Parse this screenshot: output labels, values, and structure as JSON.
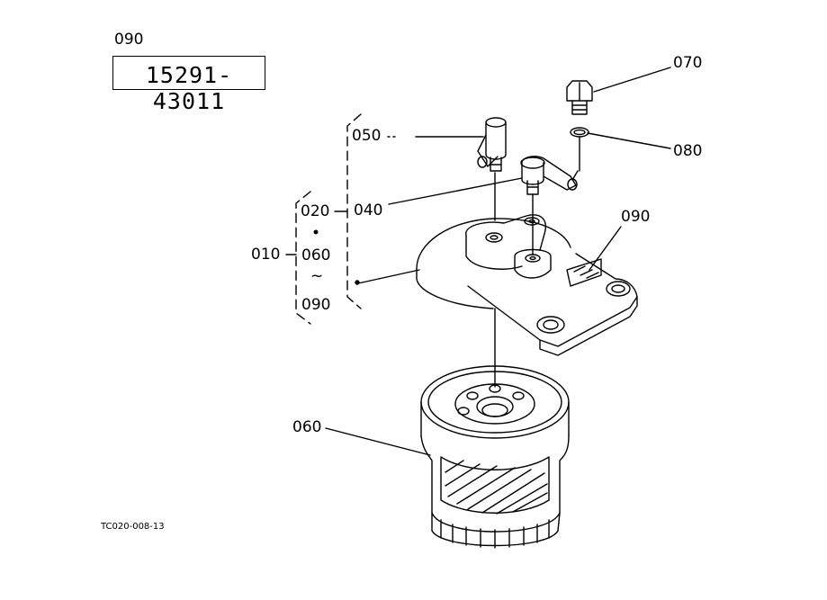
{
  "kit": {
    "ref": "090",
    "part_number": "15291-43011"
  },
  "callouts": {
    "c050": "050",
    "c070": "070",
    "c080": "080",
    "c040": "040",
    "c020": "020",
    "c090": "090",
    "c010": "010",
    "c060a": "060",
    "tilde": "~",
    "c090b": "090",
    "c060b": "060"
  },
  "drawing_code": "TC020-008-13"
}
